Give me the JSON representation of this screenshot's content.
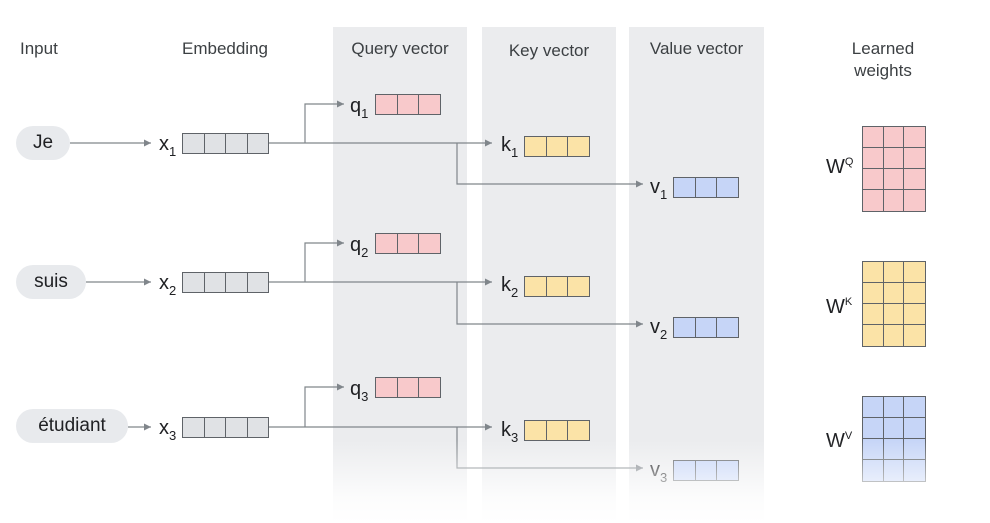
{
  "headers": {
    "input": "Input",
    "embedding": "Embedding",
    "query": "Query vector",
    "key": "Key vector",
    "value": "Value vector",
    "learned": "Learned\nweights"
  },
  "rows": [
    {
      "word": "Je",
      "x": "x",
      "x_sub": "1",
      "q": "q",
      "q_sub": "1",
      "k": "k",
      "k_sub": "1",
      "v": "v",
      "v_sub": "1"
    },
    {
      "word": "suis",
      "x": "x",
      "x_sub": "2",
      "q": "q",
      "q_sub": "2",
      "k": "k",
      "k_sub": "2",
      "v": "v",
      "v_sub": "2"
    },
    {
      "word": "étudiant",
      "x": "x",
      "x_sub": "3",
      "q": "q",
      "q_sub": "3",
      "k": "k",
      "k_sub": "3",
      "v": "v",
      "v_sub": "3"
    }
  ],
  "weights": [
    {
      "label": "W",
      "sup": "Q",
      "color": "#f8c9cb"
    },
    {
      "label": "W",
      "sup": "K",
      "color": "#fbe3a7"
    },
    {
      "label": "W",
      "sup": "V",
      "color": "#c6d5f7"
    }
  ],
  "colors": {
    "embedding": "#e0e2e5",
    "query": "#f8c9cb",
    "key": "#fbe3a7",
    "value": "#c6d5f7",
    "column_bg": "#ebecee",
    "line": "#80868b"
  }
}
